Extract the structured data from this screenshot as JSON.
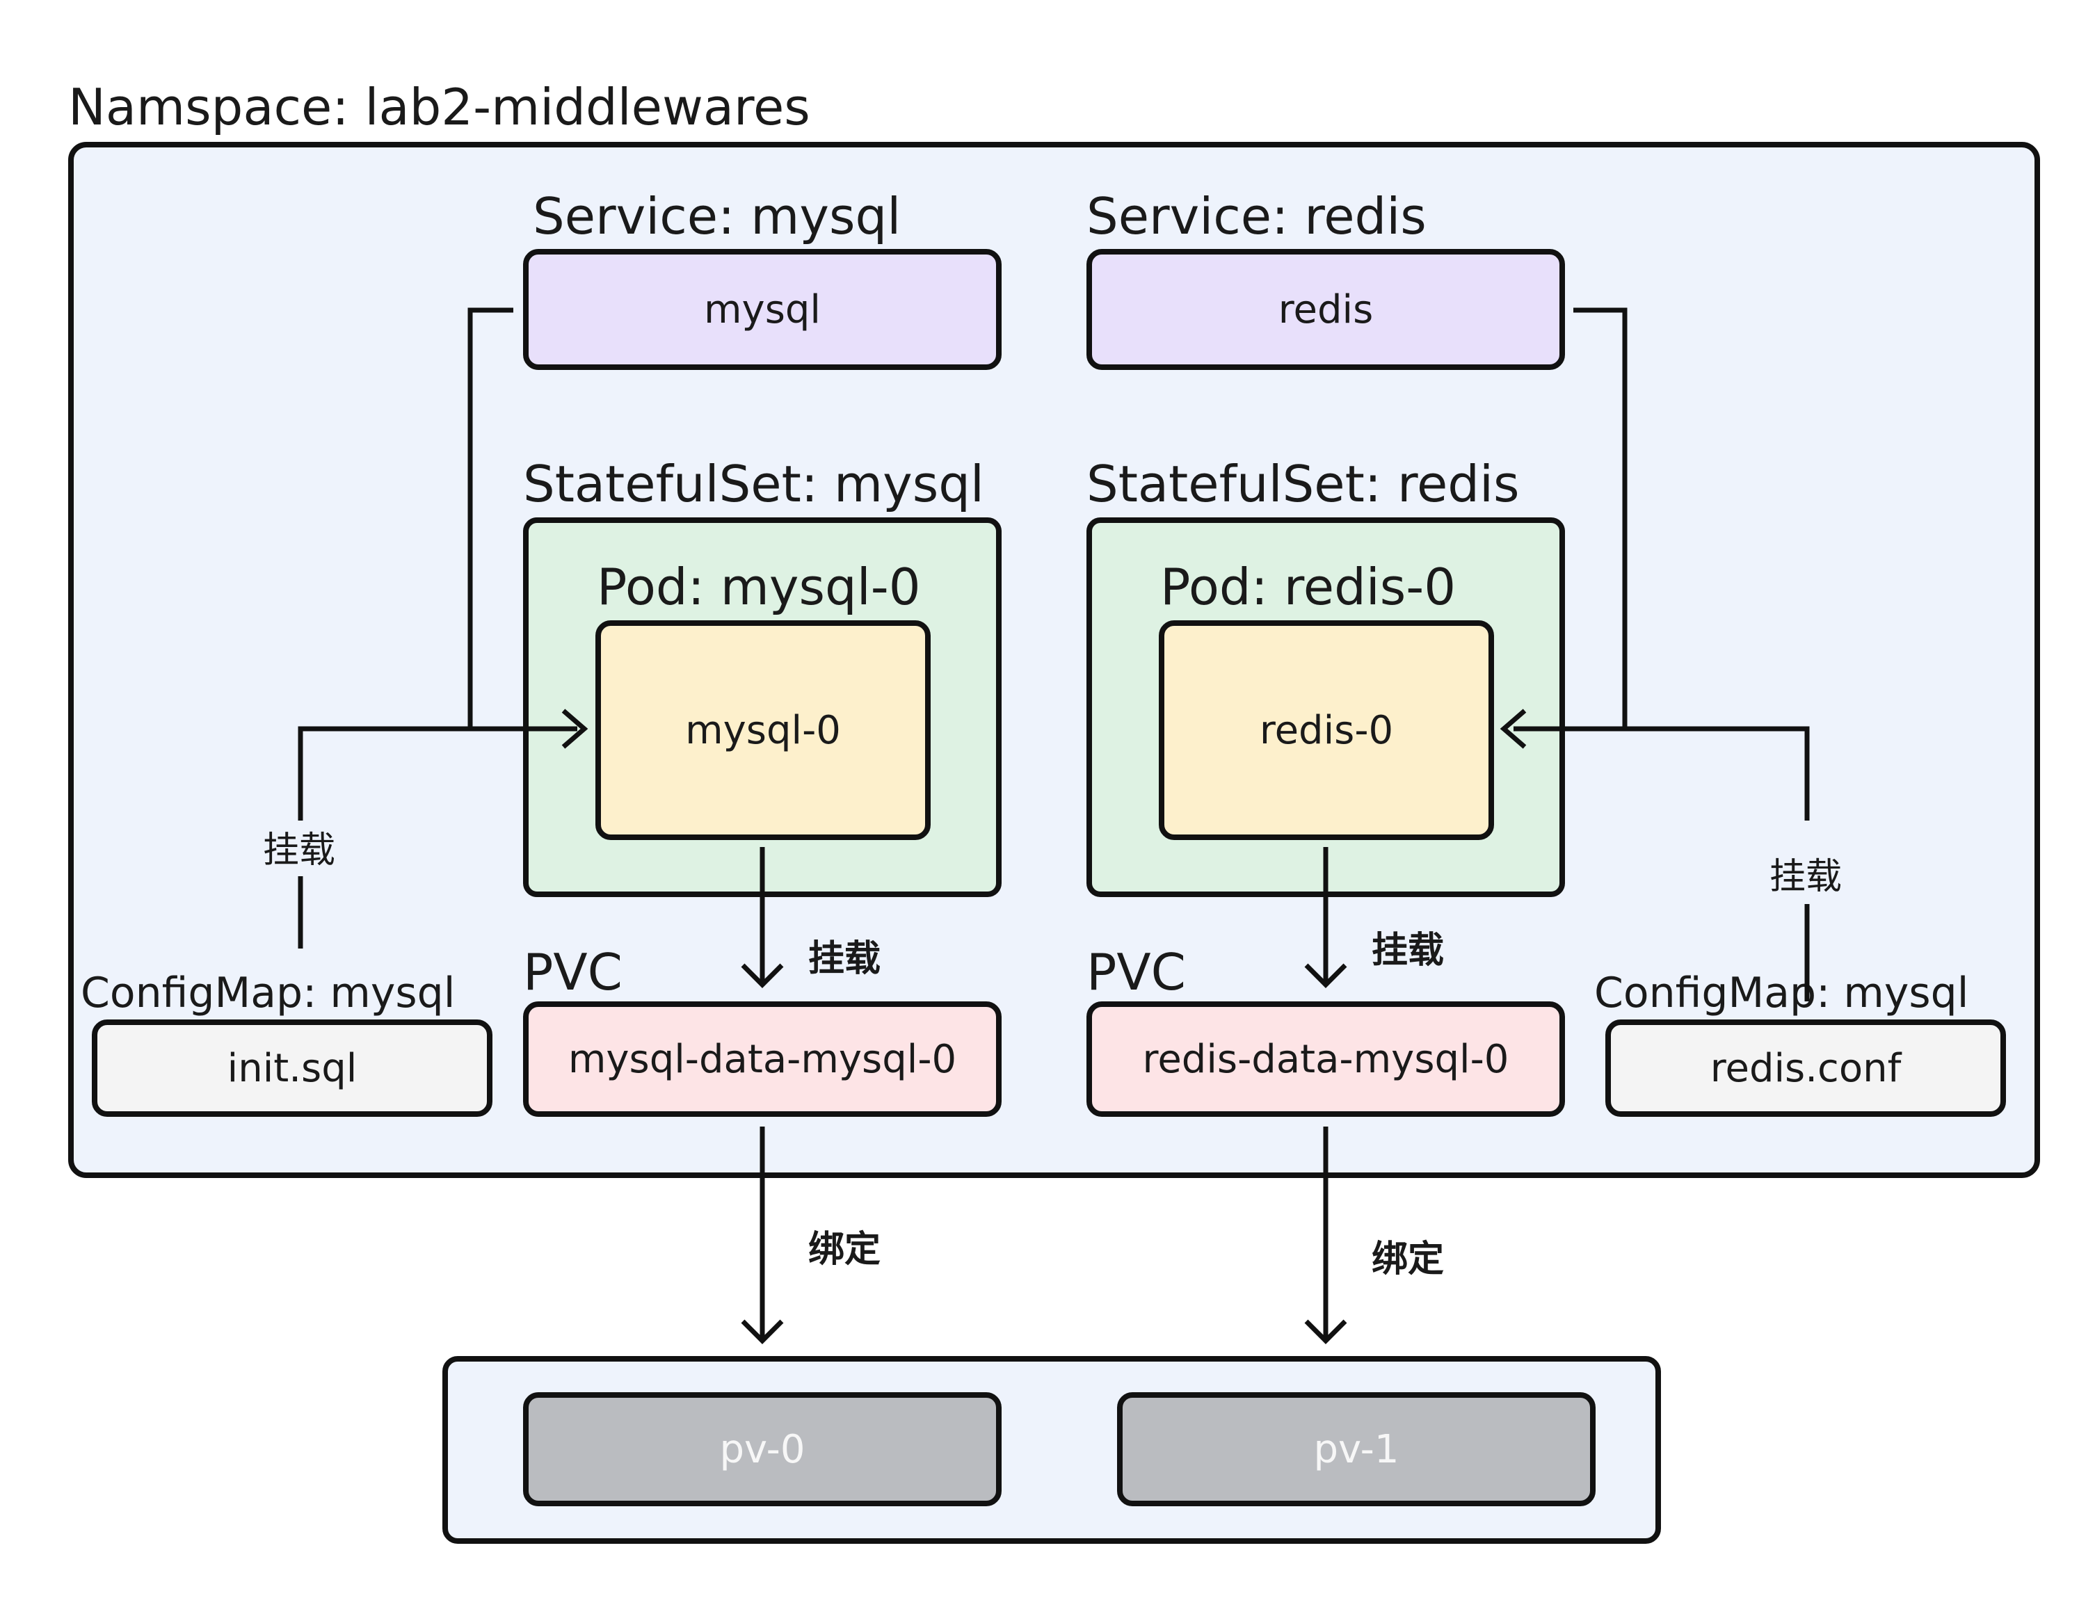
{
  "namespace": {
    "title": "Namspace:  lab2-middlewares"
  },
  "mysql": {
    "service_title": "Service: mysql",
    "service_box": "mysql",
    "statefulset_title": "StatefulSet:  mysql",
    "pod_title": "Pod:  mysql-0",
    "pod_box": "mysql-0",
    "pvc_title": "PVC",
    "pvc_box": "mysql-data-mysql-0",
    "configmap_title": "ConfigMap: mysql",
    "configmap_box": "init.sql",
    "mount_label_cm": "挂载",
    "mount_label_pvc": "挂载",
    "bind_label": "绑定"
  },
  "redis": {
    "service_title": "Service: redis",
    "service_box": "redis",
    "statefulset_title": "StatefulSet:  redis",
    "pod_title": "Pod:  redis-0",
    "pod_box": "redis-0",
    "pvc_title": "PVC",
    "pvc_box": "redis-data-mysql-0",
    "configmap_title": "ConfigMap: mysql",
    "configmap_box": "redis.conf",
    "mount_label_cm": "挂载",
    "mount_label_pvc": "挂载",
    "bind_label": "绑定"
  },
  "pv": {
    "items": [
      "pv-0",
      "pv-1"
    ]
  },
  "colors": {
    "namespace_bg": "#eef3fc",
    "service_bg": "#e8e0fb",
    "statefulset_bg": "#def2e3",
    "pod_bg": "#fdf0cc",
    "pvc_bg": "#fde4e6",
    "configmap_bg": "#f4f4f4",
    "pv_bg": "#babcc0",
    "stroke": "#111111"
  }
}
